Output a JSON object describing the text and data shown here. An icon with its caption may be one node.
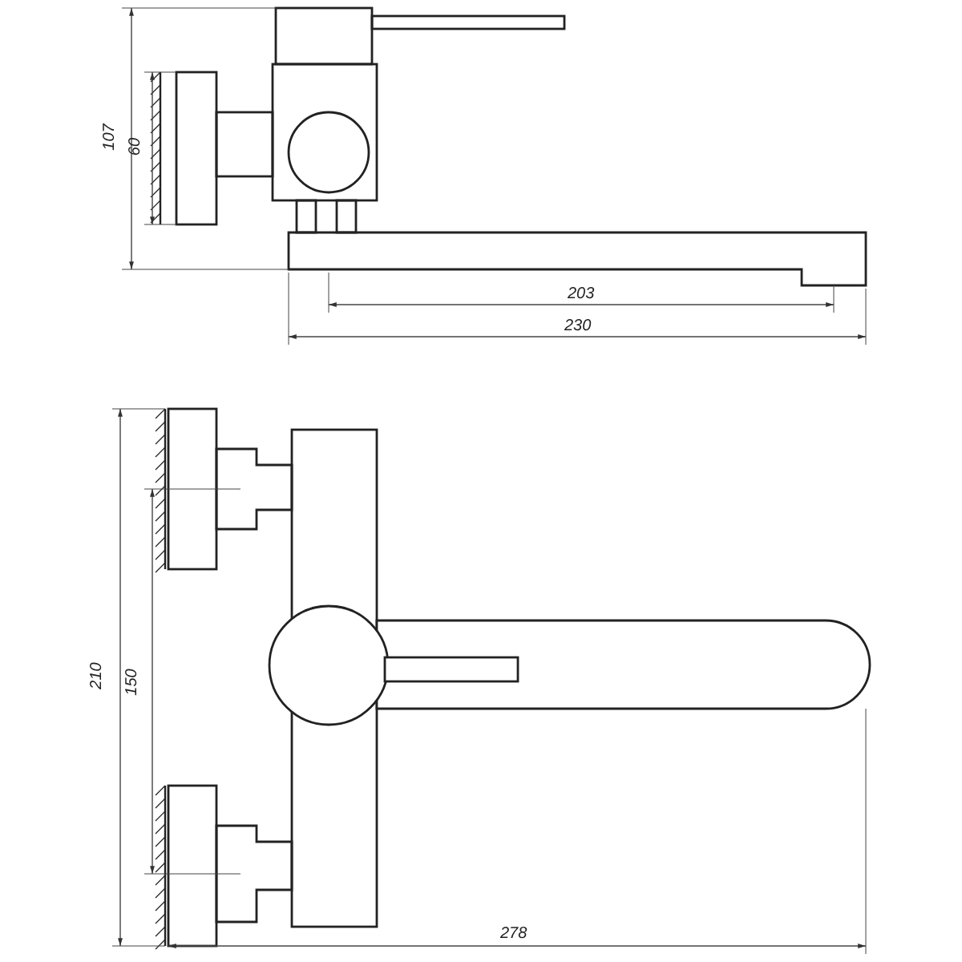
{
  "diagram": {
    "labels": [
      "107",
      "60",
      "203",
      "230",
      "210",
      "150",
      "278"
    ]
  }
}
